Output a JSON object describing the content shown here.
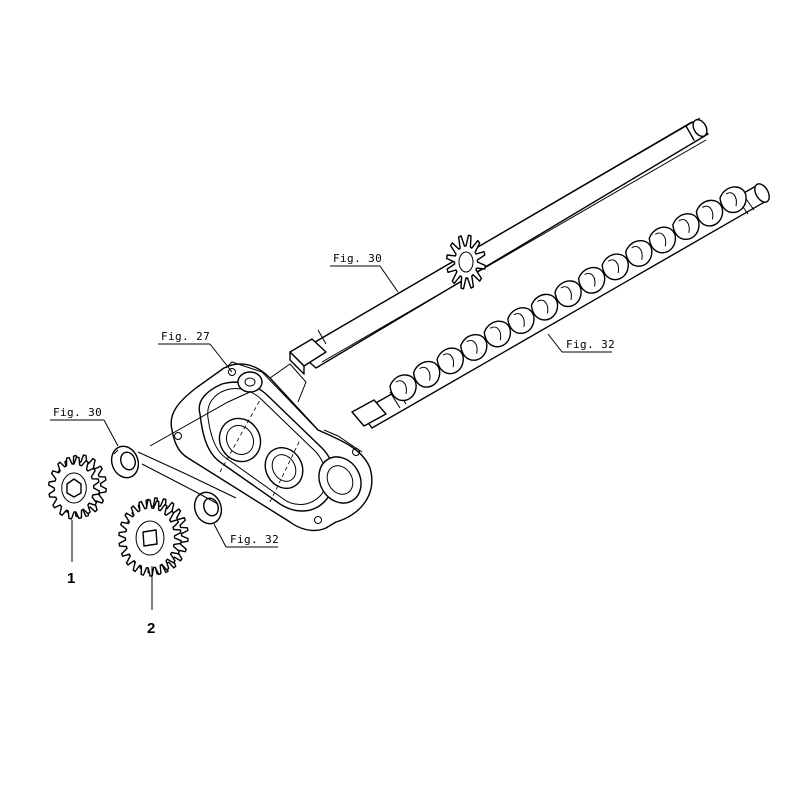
{
  "callouts": {
    "fig30_upper": "Fig. 30",
    "fig32_right": "Fig. 32",
    "fig27": "Fig. 27",
    "fig30_left": "Fig. 30",
    "fig32_lower": "Fig. 32"
  },
  "parts": {
    "part1": "1",
    "part2": "2"
  }
}
